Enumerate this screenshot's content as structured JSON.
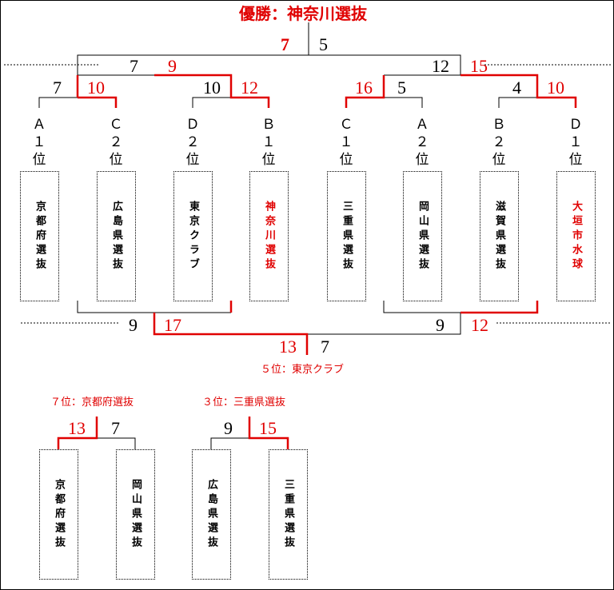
{
  "title": "優勝：神奈川選抜",
  "final": {
    "left_score": "7",
    "right_score": "5"
  },
  "semi": {
    "left_a": "7",
    "left_b": "9",
    "right_a": "12",
    "right_b": "15"
  },
  "qf": [
    {
      "a": "7",
      "b": "10"
    },
    {
      "a": "10",
      "b": "12"
    },
    {
      "a": "16",
      "b": "5"
    },
    {
      "a": "4",
      "b": "10"
    }
  ],
  "ranks": [
    [
      "Ａ",
      "１",
      "位"
    ],
    [
      "Ｃ",
      "２",
      "位"
    ],
    [
      "Ｄ",
      "２",
      "位"
    ],
    [
      "Ｂ",
      "１",
      "位"
    ],
    [
      "Ｃ",
      "１",
      "位"
    ],
    [
      "Ａ",
      "２",
      "位"
    ],
    [
      "Ｂ",
      "２",
      "位"
    ],
    [
      "Ｄ",
      "１",
      "位"
    ]
  ],
  "teams": [
    "京都府選抜",
    "広島県選抜",
    "東京クラブ",
    "神奈川選抜",
    "三重県選抜",
    "岡山県選抜",
    "滋賀県選抜",
    "大垣市水球"
  ],
  "consolation": {
    "left_a": "9",
    "left_b": "17",
    "right_a": "9",
    "right_b": "12",
    "final_a": "13",
    "final_b": "7",
    "result": "５位：東京クラブ"
  },
  "seventh": {
    "title": "７位：京都府選抜",
    "score_a": "13",
    "score_b": "7",
    "teams": [
      "京都府選抜",
      "岡山県選抜"
    ]
  },
  "third": {
    "title": "３位：三重県選抜",
    "score_a": "9",
    "score_b": "15",
    "teams": [
      "広島県選抜",
      "三重県選抜"
    ]
  }
}
